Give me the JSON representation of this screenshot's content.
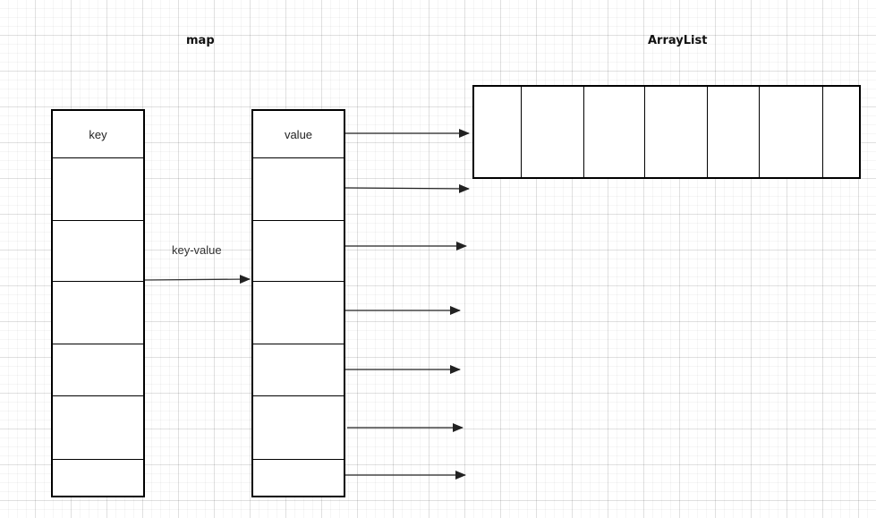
{
  "titles": {
    "map": "map",
    "arraylist": "ArrayList"
  },
  "key_column": {
    "header": "key"
  },
  "value_column": {
    "header": "value"
  },
  "edge_label": "key-value"
}
